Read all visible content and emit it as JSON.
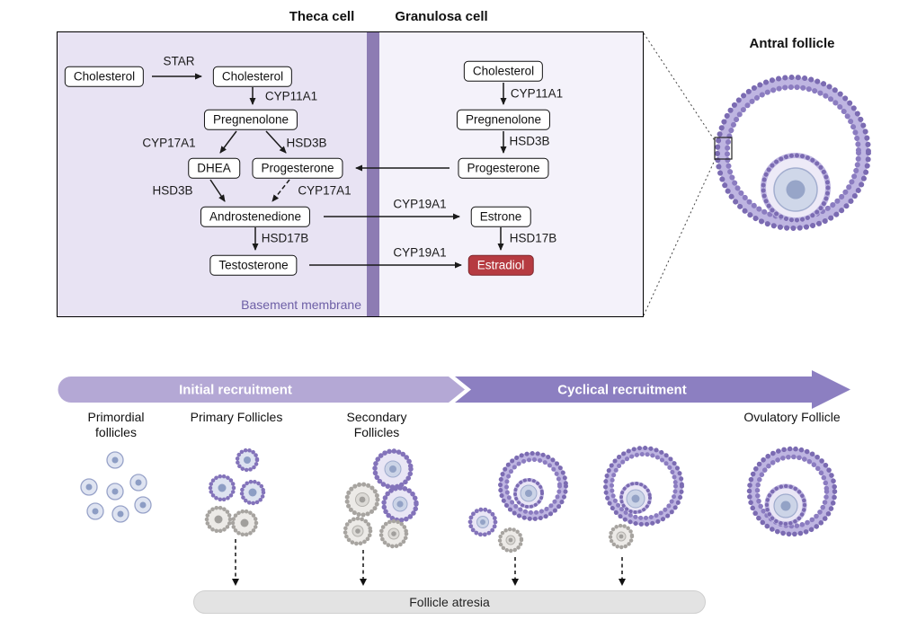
{
  "colors": {
    "panel_theca": "#e8e3f3",
    "panel_granulosa": "#f4f2fa",
    "basement_membrane": "#8d7cb3",
    "estradiol_red": "#b63b41",
    "banner_light": "#b4a8d5",
    "banner_dark": "#8c7fc1",
    "follicle_purple": "#8b7cc0",
    "oocyte_blue": "#cfd7e9",
    "atresia_gray": "#e3e3e3"
  },
  "pathway": {
    "theca_title": "Theca cell",
    "granulosa_title": "Granulosa cell",
    "basement_membrane_label": "Basement membrane",
    "boxes": {
      "theca_cholesterol_1": "Cholesterol",
      "theca_cholesterol_2": "Cholesterol",
      "theca_pregnenolone": "Pregnenolone",
      "theca_dhea": "DHEA",
      "theca_progesterone": "Progesterone",
      "theca_androstenedione": "Androstenedione",
      "theca_testosterone": "Testosterone",
      "gran_cholesterol": "Cholesterol",
      "gran_pregnenolone": "Pregnenolone",
      "gran_progesterone": "Progesterone",
      "gran_estrone": "Estrone",
      "gran_estradiol": "Estradiol"
    },
    "enzymes": {
      "star": "STAR",
      "theca_cyp11a1": "CYP11A1",
      "theca_cyp17a1_upper": "CYP17A1",
      "theca_hsd3b_upper": "HSD3B",
      "theca_hsd3b_lower": "HSD3B",
      "theca_cyp17a1_lower": "CYP17A1",
      "theca_hsd17b": "HSD17B",
      "gran_cyp11a1": "CYP11A1",
      "gran_hsd3b": "HSD3B",
      "gran_cyp19a1_upper": "CYP19A1",
      "gran_hsd17b": "HSD17B",
      "gran_cyp19a1_lower": "CYP19A1"
    }
  },
  "antral_follicle": {
    "title": "Antral follicle"
  },
  "timeline": {
    "banner": {
      "initial": "Initial recruitment",
      "cyclical": "Cyclical recruitment"
    },
    "stages": [
      {
        "label": "Primordial follicles"
      },
      {
        "label": "Primary Follicles"
      },
      {
        "label": "Secondary Follicles"
      },
      {
        "label": "Ovulatory Follicle"
      }
    ],
    "atresia_label": "Follicle atresia"
  }
}
